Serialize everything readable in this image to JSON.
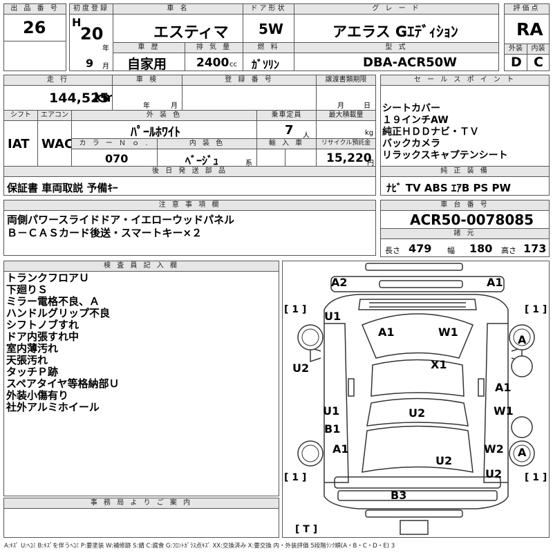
{
  "header": {
    "lot_label": "出 品 番 号",
    "lot_number": "26",
    "first_reg_label": "初度登録",
    "era_mark": "H",
    "year": "20",
    "year_unit": "年",
    "month": "9",
    "month_unit": "月",
    "name_label": "車 名",
    "car_name": "エスティマ",
    "door_label": "ドア形状",
    "door": "5W",
    "grade_label": "グ レ ー ド",
    "grade": "アエラス Gｴﾃﾞｨｼｮﾝ",
    "score_label": "評価点",
    "score": "RA",
    "history_label": "車 歴",
    "history": "自家用",
    "displacement_label": "排 気 量",
    "displacement": "2400",
    "displacement_unit": "cc",
    "fuel_label": "燃 料",
    "fuel": "ｶﾞｿﾘﾝ",
    "model_label": "型 式",
    "model_code": "DBA-ACR50W",
    "exterior_label": "外装",
    "exterior_grade": "D",
    "interior_label": "内装",
    "interior_grade": "C"
  },
  "row2": {
    "mileage_label": "走 行",
    "mileage": "144,525",
    "mileage_unit": "km",
    "inspection_label": "車 検",
    "insp_year_unit": "年",
    "insp_month_unit": "月",
    "reg_label": "登 録 番 号",
    "transfer_label": "譲渡書類期限",
    "transfer_month_unit": "月",
    "transfer_day_unit": "日",
    "sales_label": "セ ー ル ス ポ イ ン ト",
    "sales_points": [
      "シートカバー",
      "１９インチAW",
      "純正ＨＤＤナビ・ＴＶ",
      "バックカメラ",
      "リラックスキャプテンシート"
    ],
    "shift_label": "シフト",
    "shift": "IAT",
    "ac_label": "エアコン",
    "ac": "WAC",
    "color_label": "外 装 色",
    "color": "ﾊﾟｰﾙﾎﾜｲﾄ",
    "capacity_label": "乗車定員",
    "capacity": "7",
    "capacity_unit": "人",
    "load_label": "最大積載量",
    "load_unit": "kg",
    "color_no_label": "カ ラ ー Ｎ ｏ .",
    "color_no": "070",
    "interior_color_label": "内 装 色",
    "interior_color": "ﾍﾞｰｼﾞｭ",
    "interior_color_unit": "系",
    "import_label": "輸 入 車",
    "recycle_label": "リサイクル預託金",
    "recycle": "15,220",
    "recycle_unit": "円",
    "delivery_label": "後 日 発 送 部 品",
    "delivery": "保証書 車両取説 予備ｷｰ",
    "equipment_label": "純 正 装 備",
    "equipment": "ﾅﾋﾞ TV ABS ｴｱB PS PW"
  },
  "notices": {
    "label": "注 意 事 項 欄",
    "lines": [
      "両側パワースライドドア・イエローウッドパネル",
      "Ｂ－ＣＡＳカード後送・スマートキー×２"
    ]
  },
  "chassis": {
    "label": "車 台 番 号",
    "number": "ACR50-0078085",
    "dims_label": "諸 元",
    "length_label": "長さ",
    "length": "479",
    "width_label": "幅",
    "width": "180",
    "height_label": "高さ",
    "height": "173"
  },
  "inspector": {
    "label": "検 査 員 記 入 欄",
    "lines": [
      "トランクフロアＵ",
      "下廻りＳ",
      "ミラー電格不良、Ａ",
      "ハンドルグリップ不良",
      "シフトノブすれ",
      "ドア内張すれ中",
      "室内薄汚れ",
      "天張汚れ",
      "タッチＰ跡",
      "スペアタイヤ等格納部Ｕ",
      "外装小傷有り",
      "社外アルミホイール"
    ]
  },
  "office": {
    "label": "事 務 局 よ り ご 案 内"
  },
  "legend": "A:ｷｽﾞ U:ﾍｺﾐ B:ｷｽﾞを伴うﾍｺﾐ P:要塗装 W:補修跡 S:錆 C:腐食 G:ﾌﾛﾝﾄｶﾞﾗｽ点ｷｽﾞ XX:交換済み X:要交換 内・外装評価 5段階ﾗﾝｸ順(A・B・C・D・E) 3",
  "damage_map": {
    "marks": [
      "A2",
      "A1",
      "U1",
      "A1",
      "W1",
      "A",
      "X1",
      "U2",
      "A1",
      "U1",
      "W1",
      "B1",
      "U2",
      "A1",
      "A",
      "W2",
      "U2",
      "U2",
      "B3"
    ],
    "brackets": [
      "[ 1 ]",
      "[ 1 ]",
      "[ 1 ]",
      "[ 1 ]",
      "[ T ]"
    ]
  }
}
